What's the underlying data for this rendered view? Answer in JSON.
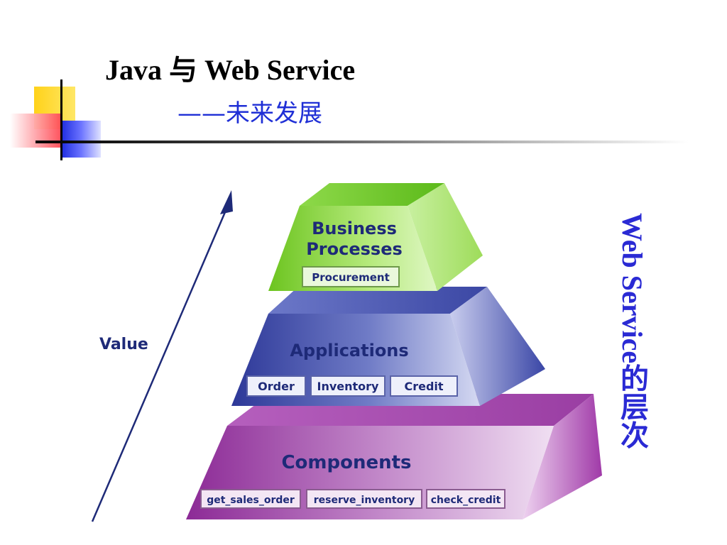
{
  "slide": {
    "title": "Java 与 Web Service",
    "subtitle": "——未来发展",
    "side_label": "Web Service的层次"
  },
  "diagram": {
    "axis_label": "Value",
    "tiers": [
      {
        "name": "Business Processes",
        "title_lines": [
          "Business",
          "Processes"
        ],
        "color": "#7dcf2e",
        "items": [
          "Procurement"
        ]
      },
      {
        "name": "Applications",
        "title_lines": [
          "Applications"
        ],
        "color": "#2e3a96",
        "items": [
          "Order",
          "Inventory",
          "Credit"
        ]
      },
      {
        "name": "Components",
        "title_lines": [
          "Components"
        ],
        "color": "#9b3aa0",
        "items": [
          "get_sales_order",
          "reserve_inventory",
          "check_credit"
        ]
      }
    ]
  },
  "colors": {
    "text_dark": "#1e2a78",
    "accent_blue": "#2a2ad4",
    "arrow": "#1e2a78"
  }
}
